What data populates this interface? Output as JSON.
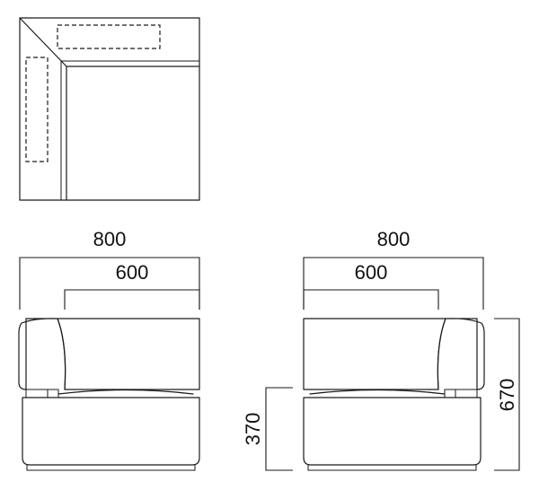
{
  "plan_view": {
    "name": "top-view"
  },
  "front_view_left": {
    "overall_width": "800",
    "seat_width": "600"
  },
  "front_view_right": {
    "overall_width": "800",
    "seat_width": "600",
    "seat_height": "370",
    "overall_height": "670"
  }
}
